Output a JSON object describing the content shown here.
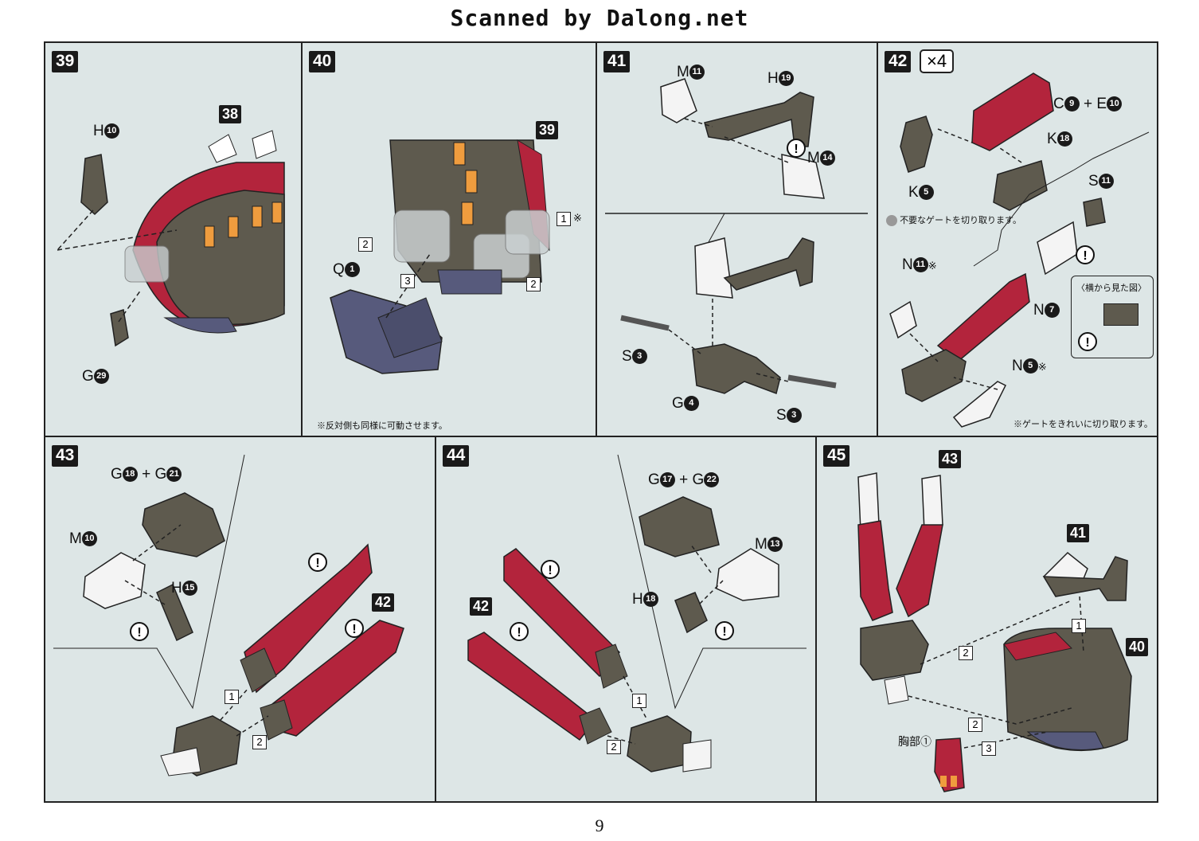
{
  "header": "Scanned by Dalong.net",
  "page_number": "9",
  "colors": {
    "panel_bg": "#dde6e6",
    "red_part": "#b3243c",
    "dark_part": "#5e5a4e",
    "orange_part": "#ef9c3e",
    "purple_part": "#575a7c"
  },
  "steps": {
    "s39": {
      "title": "39",
      "ref": "38",
      "h": "H",
      "h_n": "10",
      "g": "G",
      "g_n": "29"
    },
    "s40": {
      "title": "40",
      "ref": "39",
      "q": "Q",
      "q_n": "1",
      "arrow1": "1",
      "arrow1_mark": "※",
      "arrow2a": "2",
      "arrow2b": "2",
      "arrow3": "3",
      "note": "※反対側も同様に可動させます。"
    },
    "s41": {
      "title": "41",
      "m1": "M",
      "m1_n": "11",
      "h": "H",
      "h_n": "19",
      "m2": "M",
      "m2_n": "14",
      "s1": "S",
      "s1_n": "3",
      "g": "G",
      "g_n": "4",
      "s2": "S",
      "s2_n": "3"
    },
    "s42": {
      "title": "42",
      "times": "×4",
      "c": "C",
      "c_n": "9",
      "plus": "+",
      "e": "E",
      "e_n": "10",
      "k1": "K",
      "k1_n": "18",
      "k2": "K",
      "k2_n": "5",
      "cut_note": "不要なゲートを切り取ります。",
      "s": "S",
      "s_n": "11",
      "n1": "N",
      "n1_n": "11",
      "n1_mark": "※",
      "n2": "N",
      "n2_n": "7",
      "n3": "N",
      "n3_n": "5",
      "n3_mark": "※",
      "side_label": "〈横から見た図〉",
      "note": "※ゲートをきれいに切り取ります。"
    },
    "s43": {
      "title": "43",
      "g1": "G",
      "g1_n": "18",
      "plus": "+",
      "g2": "G",
      "g2_n": "21",
      "m": "M",
      "m_n": "10",
      "h": "H",
      "h_n": "15",
      "ref": "42",
      "a1": "1",
      "a2": "2"
    },
    "s44": {
      "title": "44",
      "g1": "G",
      "g1_n": "17",
      "plus": "+",
      "g2": "G",
      "g2_n": "22",
      "m": "M",
      "m_n": "13",
      "h": "H",
      "h_n": "18",
      "ref": "42",
      "a1": "1",
      "a2": "2"
    },
    "s45": {
      "title": "45",
      "ref43": "43",
      "ref41": "41",
      "ref40": "40",
      "a1": "1",
      "a2a": "2",
      "a2b": "2",
      "a3": "3",
      "chest": "胸部①"
    }
  }
}
